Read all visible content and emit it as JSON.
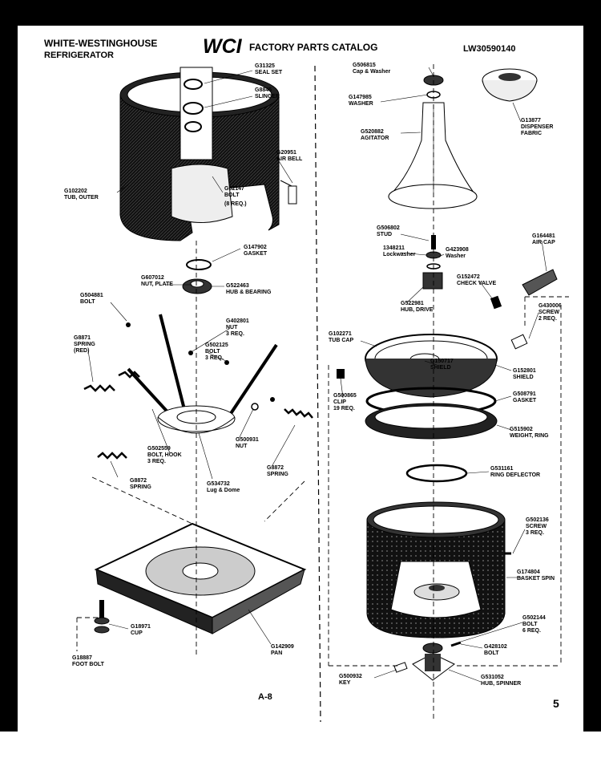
{
  "header": {
    "brand_line1": "WHITE-WESTINGHOUSE",
    "brand_line2": "REFRIGERATOR",
    "logo_text": "WCI",
    "catalog_title": "FACTORY PARTS CATALOG",
    "model": "LW30590140"
  },
  "footer": {
    "page_ref": "A-8",
    "page_number": "5"
  },
  "parts": {
    "seal_set": [
      "G31325",
      "SEAL SET"
    ],
    "slinger": [
      "G8845",
      "SLINGER"
    ],
    "air_bell": [
      "G20951",
      "AIR BELL"
    ],
    "tub_outer": [
      "G102202",
      "TUB, OUTER"
    ],
    "bolt_8": [
      "G02147",
      "BOLT",
      "(8 REQ.)"
    ],
    "gasket_top": [
      "G147902",
      "GASKET"
    ],
    "nut_plate": [
      "G607012",
      "NUT, PLATE"
    ],
    "hub_bearing": [
      "G522463",
      "HUB & BEARING"
    ],
    "bolt_left": [
      "G504881",
      "BOLT"
    ],
    "nut_3": [
      "G402801",
      "NUT",
      "3 REQ."
    ],
    "bolt_3": [
      "G502125",
      "BOLT",
      "3 REQ."
    ],
    "spring_red": [
      "G8871",
      "SPRING",
      "(RED)"
    ],
    "bolt_hook": [
      "G502559",
      "BOLT, HOOK",
      "3 REQ."
    ],
    "nut_lower": [
      "G500931",
      "NUT"
    ],
    "spring_left": [
      "G8872",
      "SPRING"
    ],
    "lug_dome": [
      "G534732",
      "Lug & Dome"
    ],
    "spring_right": [
      "G8872",
      "SPRING"
    ],
    "cup": [
      "G18971",
      "CUP"
    ],
    "foot_bolt": [
      "G18887",
      "FOOT BOLT"
    ],
    "pan": [
      "G142909",
      "PAN"
    ],
    "cap_washer": [
      "G506815",
      "Cap & Washer"
    ],
    "washer_top": [
      "G147985",
      "WASHER"
    ],
    "agitator": [
      "G520882",
      "AGITATOR"
    ],
    "dispenser": [
      "G13877",
      "DISPENSER",
      "FABRIC"
    ],
    "stud": [
      "G506802",
      "STUD"
    ],
    "lockwasher": [
      "1348211",
      "Lockwasher"
    ],
    "washer_mid": [
      "G423908",
      "Washer"
    ],
    "air_cap": [
      "G164481",
      "AIR CAP"
    ],
    "check_valve": [
      "G152472",
      "CHECK VALVE"
    ],
    "hub_drive": [
      "G522981",
      "HUB, DRIVE"
    ],
    "screw_2": [
      "G430006",
      "SCREW",
      "2 REQ."
    ],
    "tub_cap": [
      "G102271",
      "TUB CAP"
    ],
    "shield_center": [
      "G150717",
      "SHIELD"
    ],
    "shield_right": [
      "G152801",
      "SHIELD"
    ],
    "clip": [
      "G500865",
      "CLIP",
      "19 REQ."
    ],
    "gasket_ring": [
      "G508791",
      "GASKET"
    ],
    "weight_ring": [
      "G515902",
      "WEIGHT, RING"
    ],
    "ring_deflector": [
      "G531161",
      "RING DEFLECTOR"
    ],
    "screw_3": [
      "G502136",
      "SCREW",
      "3 REQ."
    ],
    "basket_spin": [
      "G174804",
      "BASKET SPIN"
    ],
    "bolt_6": [
      "G502144",
      "BOLT",
      "6 REQ."
    ],
    "bolt_single": [
      "G428102",
      "BOLT"
    ],
    "key": [
      "G500932",
      "KEY"
    ],
    "hub_spinner": [
      "G531052",
      "HUB, SPINNER"
    ]
  }
}
